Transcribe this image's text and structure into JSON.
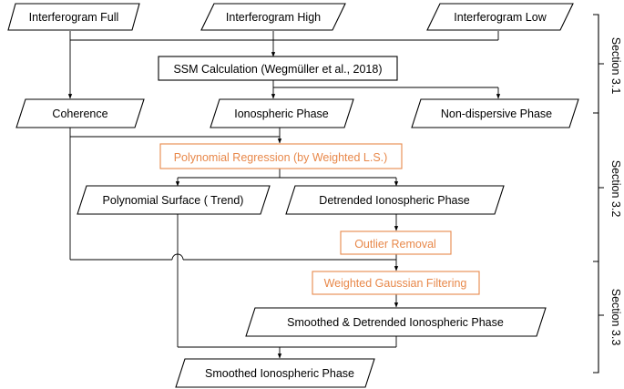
{
  "nodes": {
    "interferogram_full": "Interferogram Full",
    "interferogram_high": "Interferogram High",
    "interferogram_low": "Interferogram Low",
    "ssm_calculation": "SSM Calculation (Wegmüller et al., 2018)",
    "coherence": "Coherence",
    "ionospheric_phase": "Ionospheric Phase",
    "non_dispersive_phase": "Non-dispersive Phase",
    "polynomial_regression": "Polynomial Regression (by Weighted L.S.)",
    "polynomial_surface": "Polynomial Surface ( Trend)",
    "detrended_ionospheric_phase": "Detrended Ionospheric Phase",
    "outlier_removal": "Outlier Removal",
    "weighted_gaussian_filtering": "Weighted Gaussian Filtering",
    "smoothed_detrended_phase": "Smoothed & Detrended Ionospheric Phase",
    "smoothed_ionospheric_phase": "Smoothed Ionospheric Phase"
  },
  "sections": {
    "s31": "Section 3.1",
    "s32": "Section 3.2",
    "s33": "Section 3.3"
  },
  "colors": {
    "process_highlight": "#e8884a",
    "default_stroke": "#000000"
  }
}
